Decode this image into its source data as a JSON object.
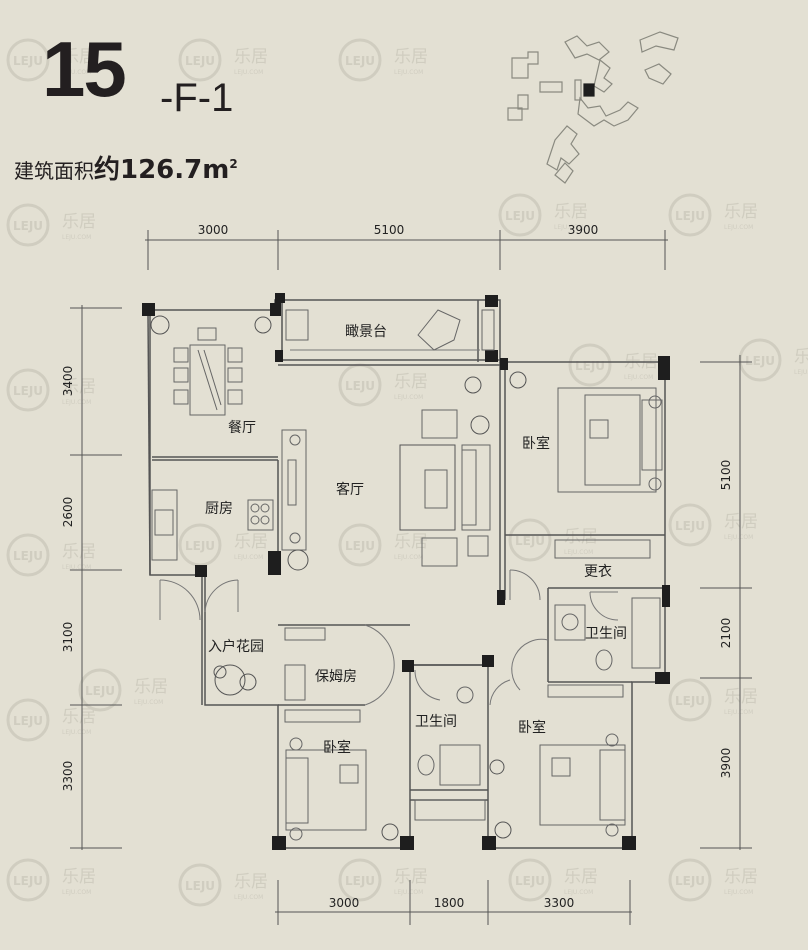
{
  "header": {
    "building": "15",
    "unit": "-F-1",
    "area_label": "建筑面积",
    "area_value": "约126.7m",
    "area_unit_sup": "2"
  },
  "watermark": {
    "text": "乐居",
    "logo": "LEJU"
  },
  "dimensions": {
    "top": [
      "3000",
      "5100",
      "3900"
    ],
    "bottom": [
      "3000",
      "1800",
      "3300"
    ],
    "left": [
      "3400",
      "2600",
      "3100",
      "3300"
    ],
    "right": [
      "5100",
      "2100",
      "3900"
    ]
  },
  "rooms": {
    "viewing_balcony": "瞰景台",
    "dining": "餐厅",
    "kitchen": "厨房",
    "living": "客厅",
    "bedroom_master": "卧室",
    "dressing": "更衣",
    "bathroom_right": "卫生间",
    "entry_garden": "入户花园",
    "maid_room": "保姆房",
    "bedroom_left": "卧室",
    "bathroom_mid": "卫生间",
    "bedroom_right": "卧室"
  },
  "colors": {
    "background": "#e3e0d3",
    "wall": "#1e1e1e",
    "line": "#6b6b6b",
    "watermark": "#d2cfc2"
  }
}
